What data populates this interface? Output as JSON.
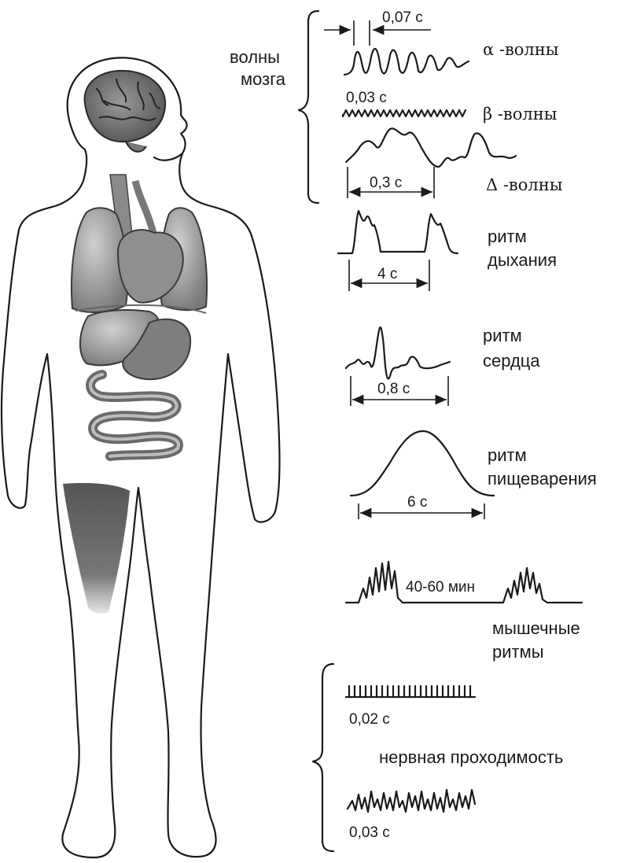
{
  "labels": {
    "brain_waves": [
      "волны",
      "мозга"
    ],
    "alpha_interval": "0,07 с",
    "alpha_label": "α -волны",
    "beta_interval": "0,03 с",
    "beta_label": "β -волны",
    "delta_interval": "0,3 с",
    "delta_label": "Δ -волны",
    "breathing_label": [
      "ритм",
      "дыхания"
    ],
    "breathing_interval": "4 с",
    "heart_label": [
      "ритм",
      "сердца"
    ],
    "heart_interval": "0,8 с",
    "digestion_label": [
      "ритм",
      "пищеварения"
    ],
    "digestion_interval": "6 с",
    "muscle_interval": "40-60 мин",
    "muscle_label": [
      "мышечные",
      "ритмы"
    ],
    "nerve_interval_1": "0,02 с",
    "nerve_label": "нервная проходимость",
    "nerve_interval_2": "0,03 с"
  },
  "colors": {
    "ink": "#1a1a1a",
    "organ_light": "#b8b8b8",
    "organ_mid": "#8a8a8a",
    "organ_dark": "#555555",
    "background": "#ffffff"
  }
}
